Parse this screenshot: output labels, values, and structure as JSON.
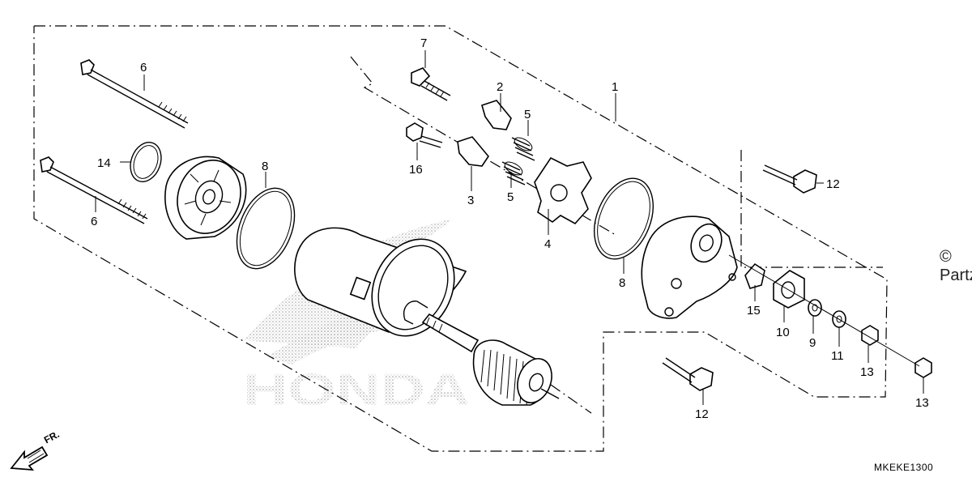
{
  "copyright": "© Partzilla",
  "drawing_code": "MKEKE1300",
  "direction_label": "FR.",
  "watermark_text": "HONDA",
  "callouts": {
    "c1": "1",
    "c2": "2",
    "c3": "3",
    "c4": "4",
    "c5a": "5",
    "c5b": "5",
    "c6a": "6",
    "c6b": "6",
    "c7": "7",
    "c8a": "8",
    "c8b": "8",
    "c9": "9",
    "c10": "10",
    "c11": "11",
    "c12a": "12",
    "c12b": "12",
    "c13a": "13",
    "c13b": "13",
    "c14": "14",
    "c15": "15",
    "c16": "16"
  }
}
